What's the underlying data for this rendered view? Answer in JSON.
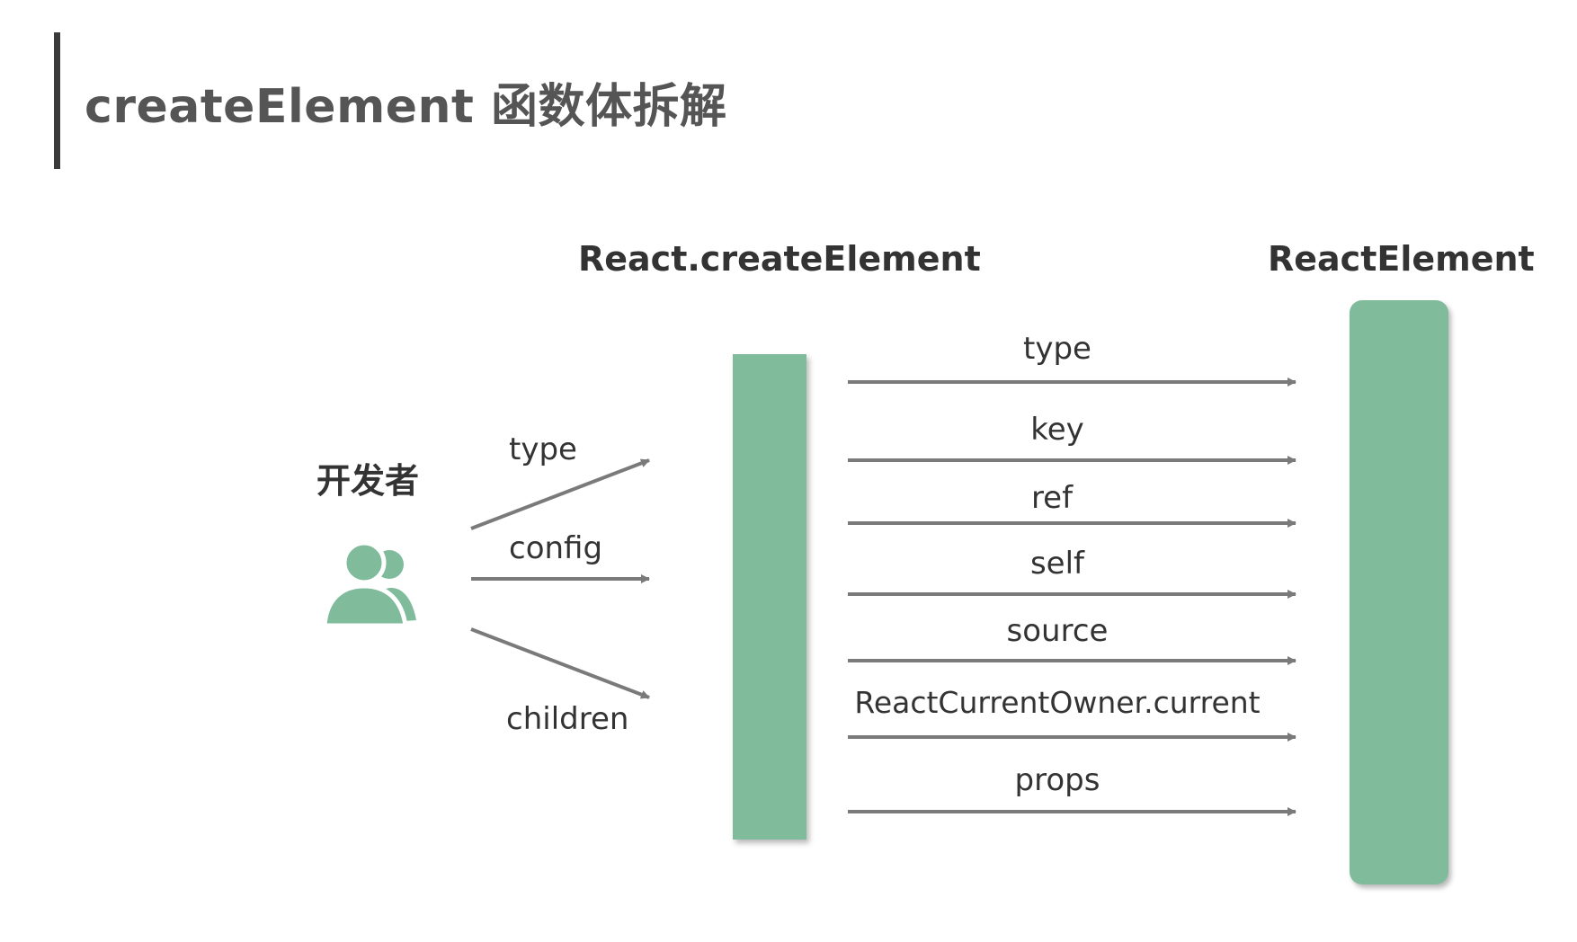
{
  "title": "createElement 函数体拆解",
  "headers": {
    "create_element": "React.createElement",
    "react_element": "ReactElement"
  },
  "actor": {
    "label": "开发者",
    "icon": "users-icon",
    "icon_color": "#80bb9c"
  },
  "inputs": [
    "type",
    "config",
    "children"
  ],
  "outputs": [
    "type",
    "key",
    "ref",
    "self",
    "source",
    "ReactCurrentOwner.current",
    "props"
  ],
  "colors": {
    "bar": "#80bb9c",
    "arrow": "#7a7a7a",
    "text": "#333333"
  }
}
